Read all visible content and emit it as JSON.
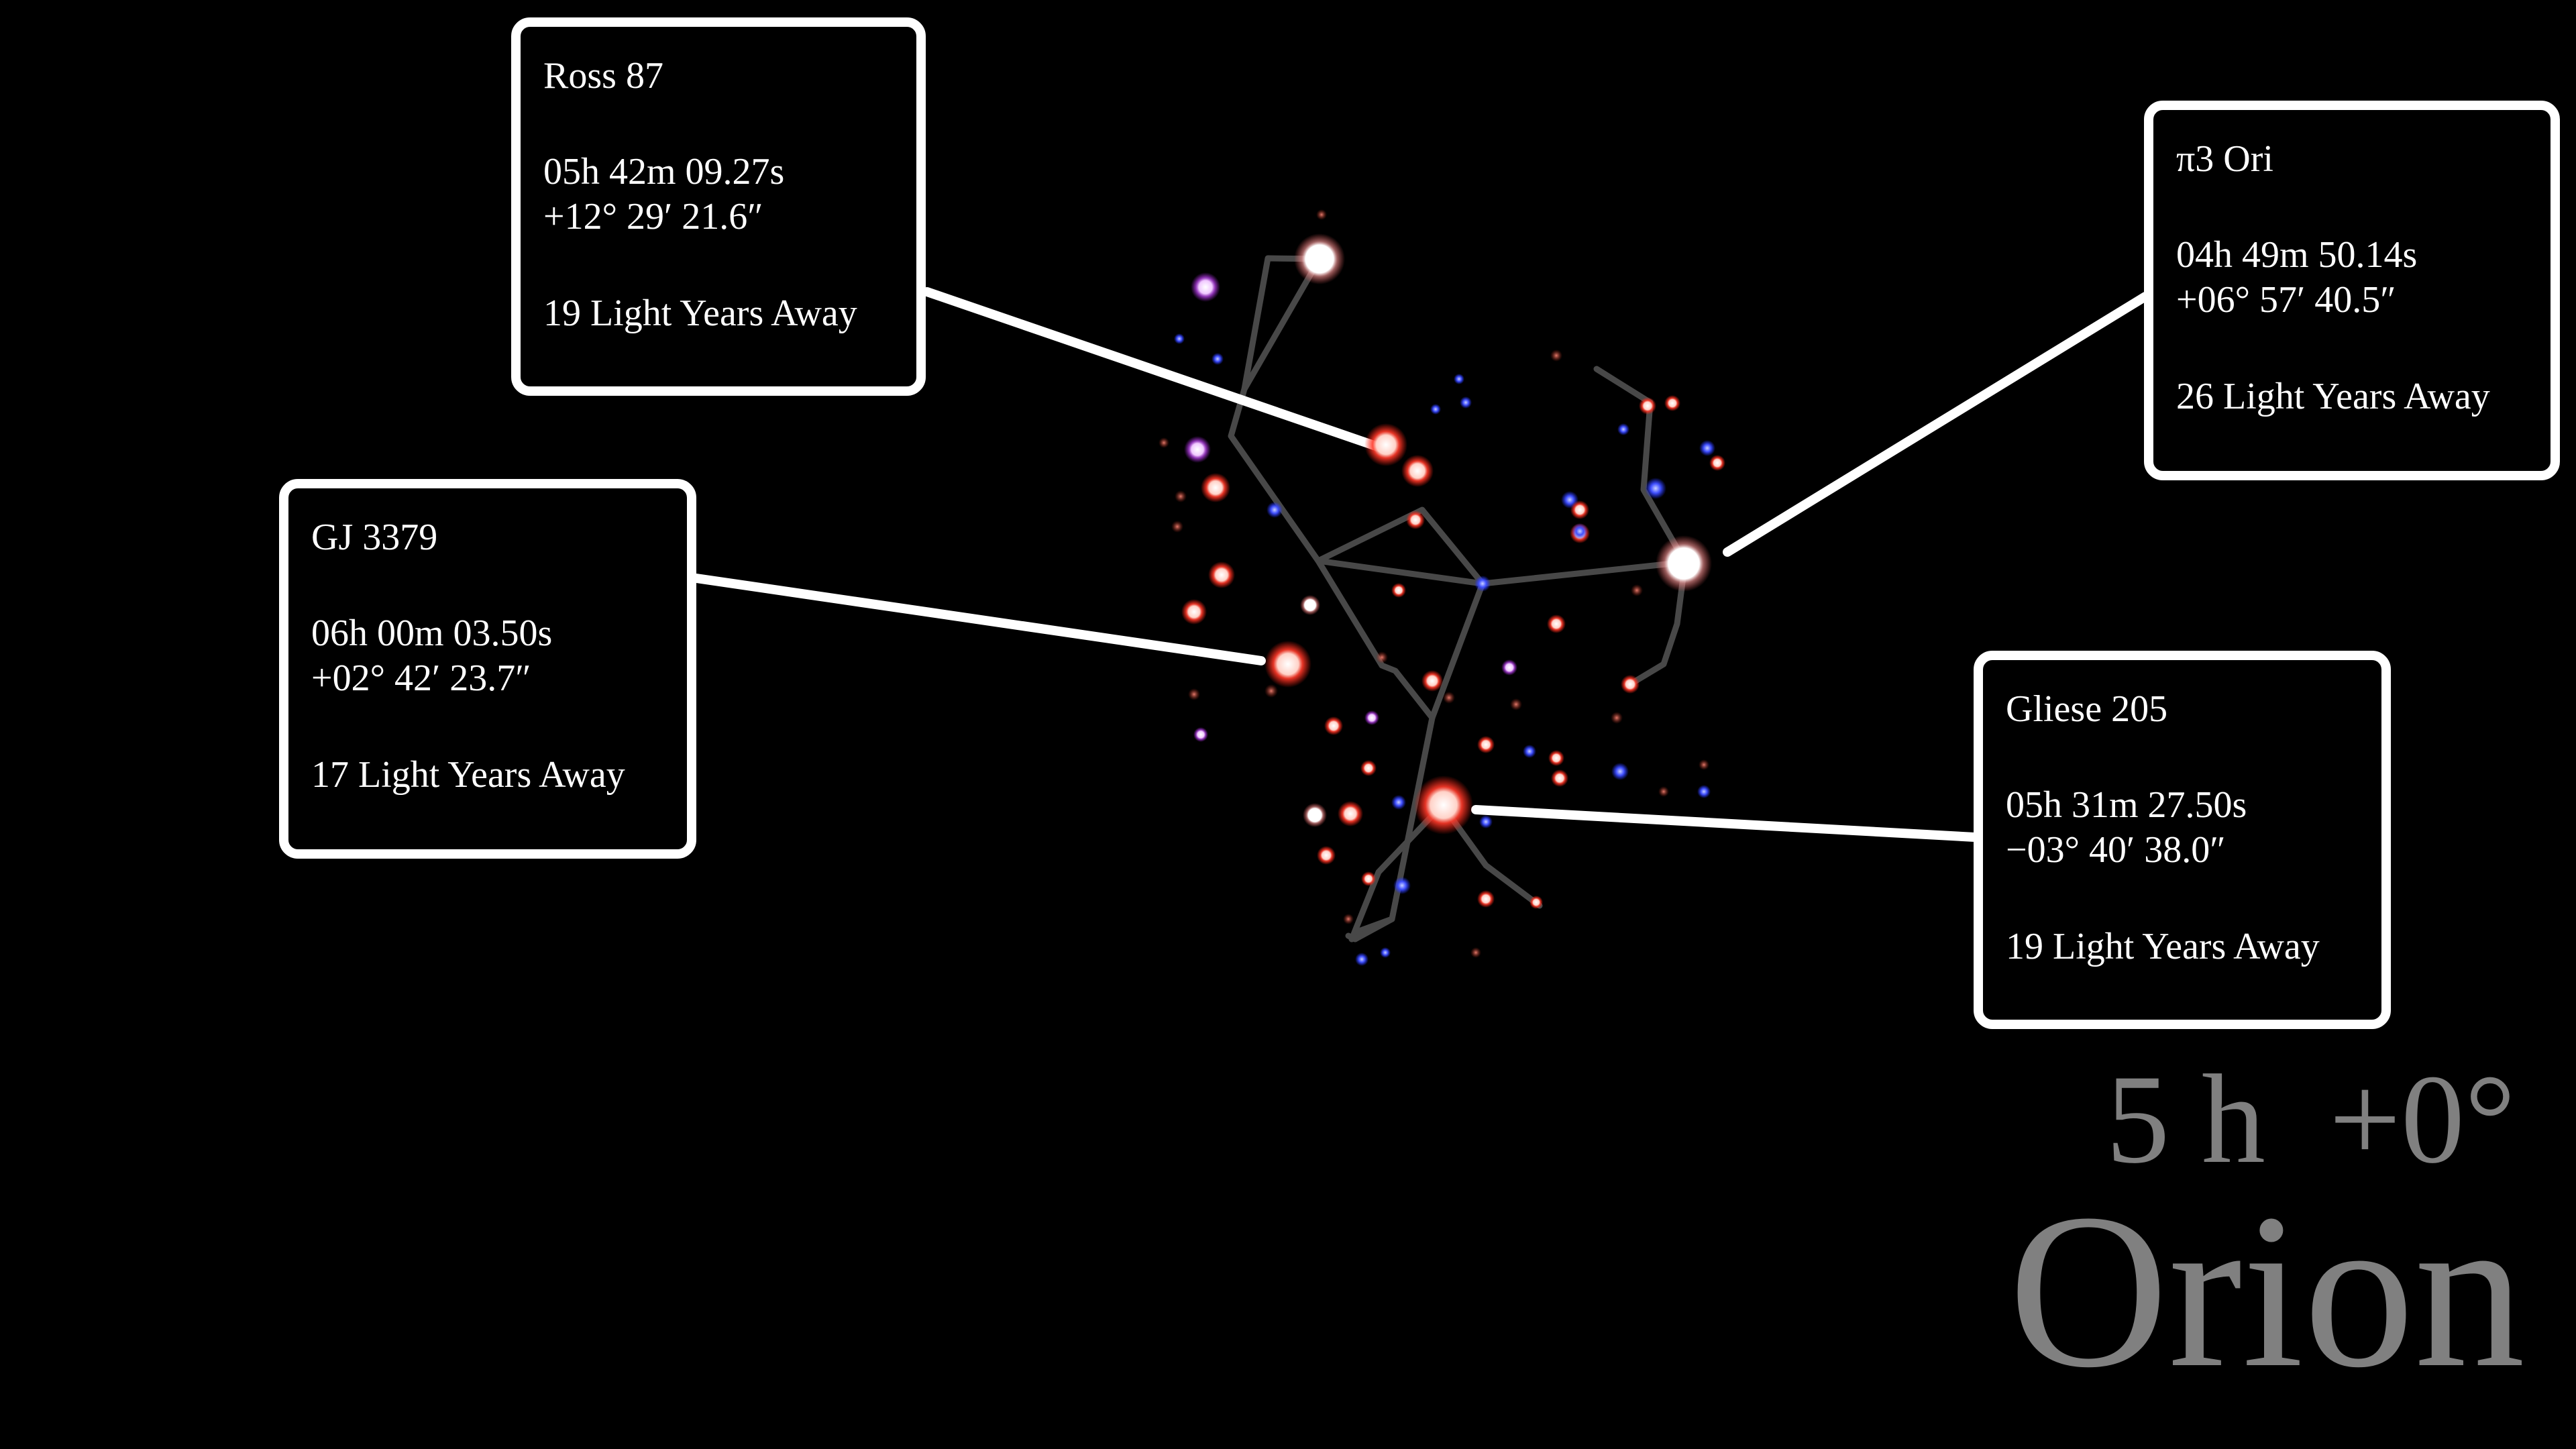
{
  "constellation": {
    "name": "Orion",
    "coordinates": "5 h  +0°"
  },
  "callouts": {
    "ross": {
      "name": "Ross 87",
      "ra": "05h 42m 09.27s",
      "dec": "+12° 29′ 21.6″",
      "distance": "19 Light Years Away"
    },
    "pi3": {
      "name": "π3 Ori",
      "ra": "04h 49m 50.14s",
      "dec": "+06° 57′ 40.5″",
      "distance": "26 Light Years Away"
    },
    "gj": {
      "name": "GJ 3379",
      "ra": "06h 00m 03.50s",
      "dec": "+02° 42′ 23.7″",
      "distance": "17 Light Years Away"
    },
    "gliese": {
      "name": "Gliese 205",
      "ra": "05h 31m 27.50s",
      "dec": "−03° 40′ 38.0″",
      "distance": "19 Light Years Away"
    }
  },
  "colors": {
    "background": "#000000",
    "callout_border": "#ffffff",
    "label_gray": "#808080",
    "constellation_line": "#555555",
    "star_red": "#ff4a3a",
    "star_blue": "#3a4cff",
    "star_violet": "#c070e0"
  }
}
